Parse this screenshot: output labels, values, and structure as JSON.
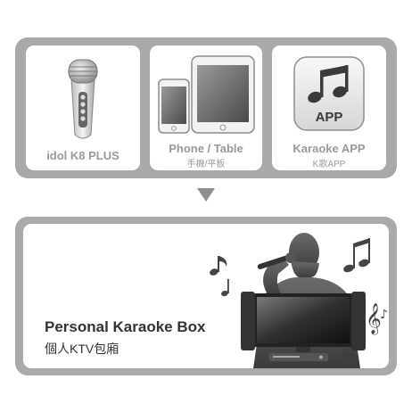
{
  "cards": [
    {
      "label": "idol K8 PLUS",
      "icon": "microphone-icon"
    },
    {
      "label": "Phone / Table",
      "sublabel": "手機/平板",
      "icon": "phone-tablet-icon"
    },
    {
      "label": "Karaoke APP",
      "sublabel": "K歌APP",
      "icon": "music-app-icon",
      "app_badge": "APP"
    }
  ],
  "result": {
    "title": "Personal Karaoke Box",
    "subtitle": "個人KTV包廂",
    "illustration": "karaoke-singer-tv-illustration"
  },
  "colors": {
    "panel_border": "#a9a9a9",
    "label_gray": "#9a9a9a",
    "title_dark": "#333333",
    "arrow": "#8f8f8f"
  }
}
